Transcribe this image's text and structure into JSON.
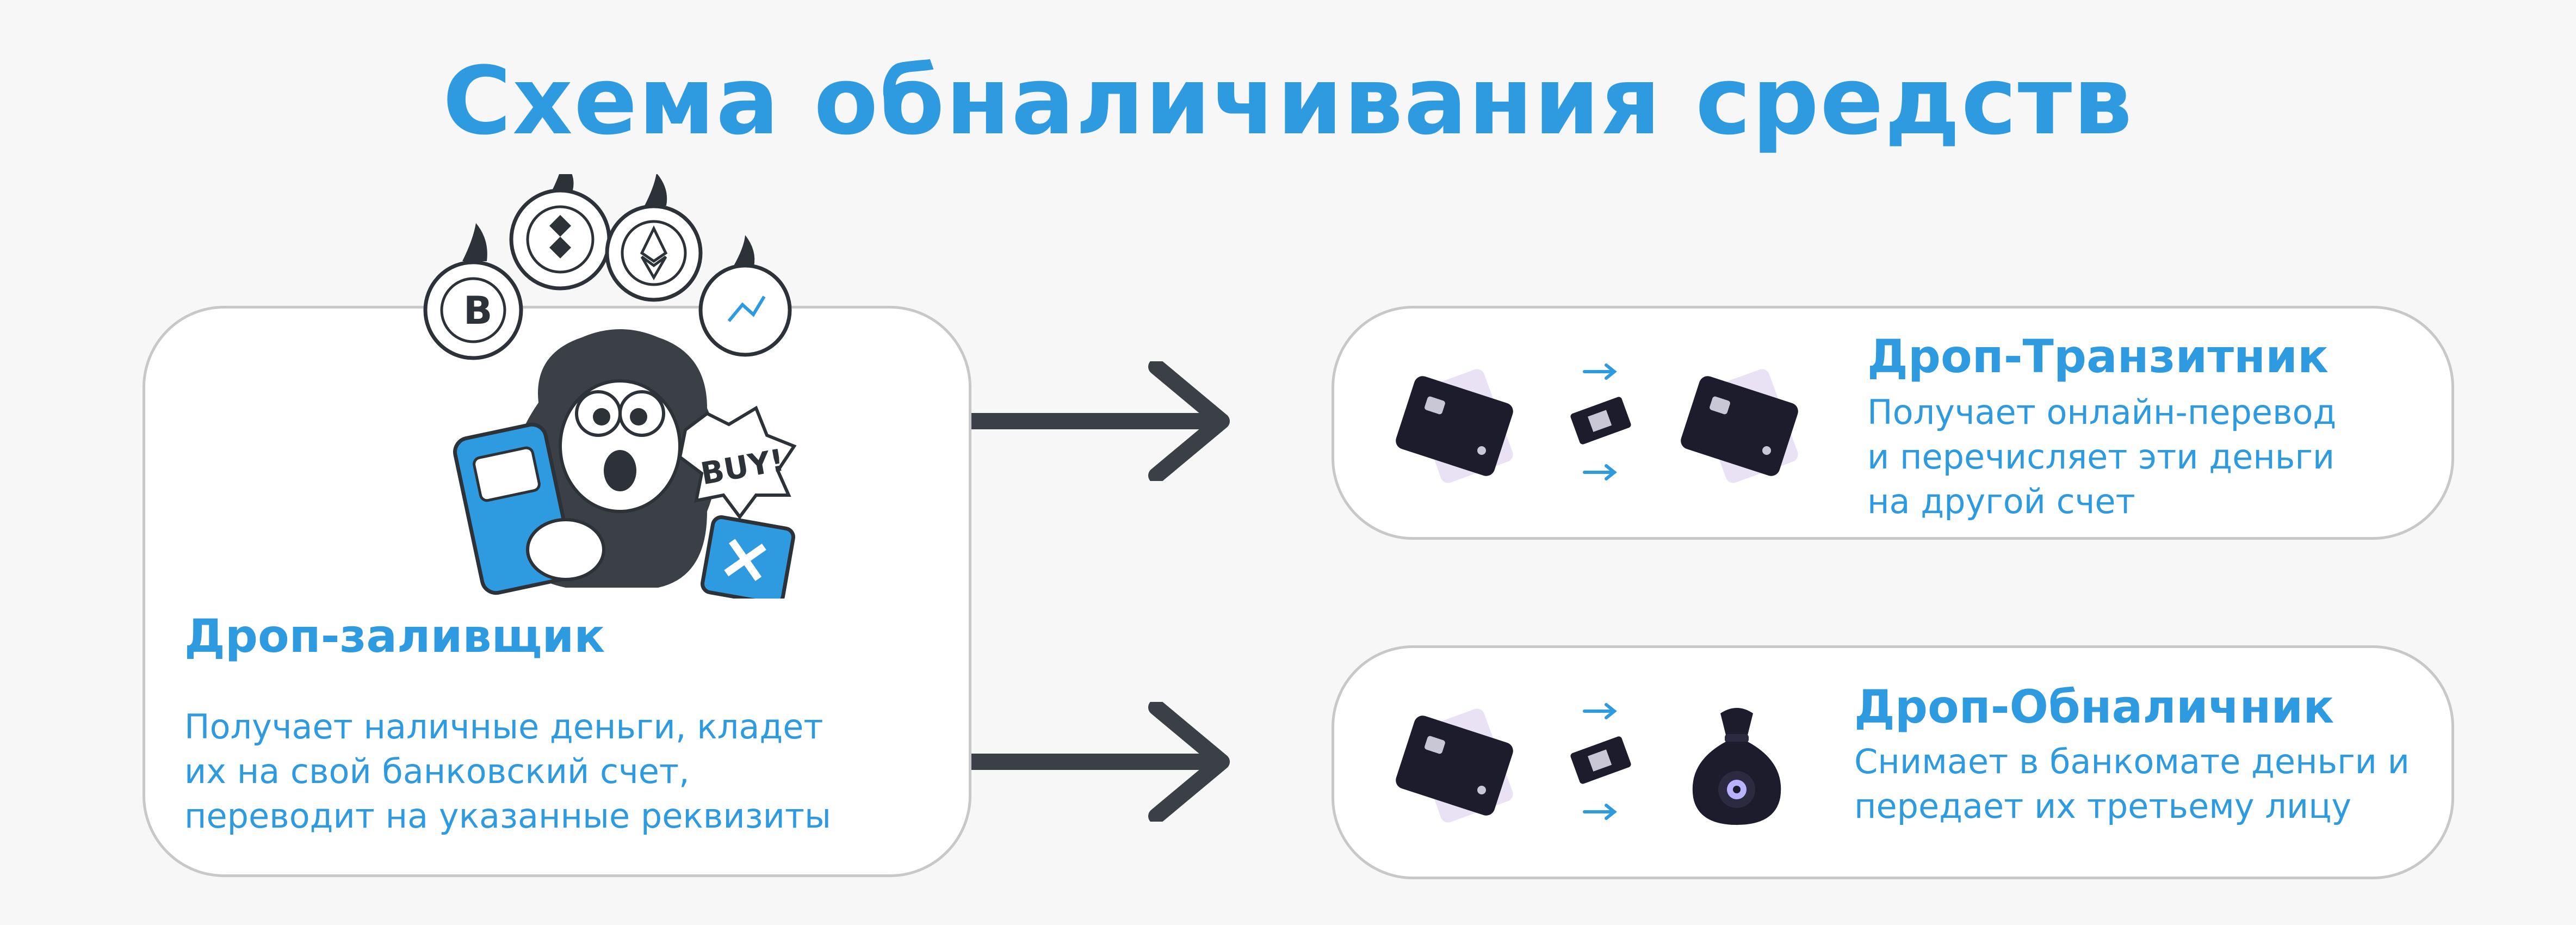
{
  "title": "Схема обналичивания средств",
  "left_card": {
    "heading": "Дроп-заливщик",
    "description": "Получает наличные деньги, кладет\nих на свой банковский счет,\nпереводит на указанные реквизиты",
    "mascot_badge": "BUY!"
  },
  "top_right_card": {
    "heading": "Дроп-Транзитник",
    "description": "Получает онлайн-перевод\nи перечисляет эти деньги\nна другой счет"
  },
  "bottom_right_card": {
    "heading": "Дроп-Обналичник",
    "description": "Снимает в банкомате деньги и\nпередает их третьему лицу"
  },
  "colors": {
    "accent": "#2e9ae0",
    "dark": "#3a4046",
    "card_icon": "#1d1c2c",
    "card_border": "#c8c8c8",
    "background": "#f7f7f7"
  },
  "icons": {
    "mascot": "monkey-with-crypto-coins-illustration",
    "bank_card": "bank-card-icon",
    "transfer": "transfer-arrows-icon",
    "money_bag": "money-bag-icon",
    "arrow": "arrow-right-icon"
  }
}
